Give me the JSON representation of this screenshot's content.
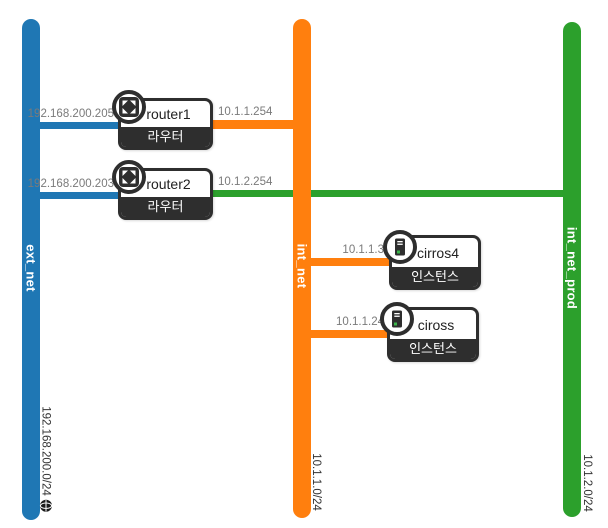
{
  "colors": {
    "ext_net": "#1f77b4",
    "int_net": "#ff7f0e",
    "int_net_prod": "#2ca02c",
    "node_frame": "#2e2e2e",
    "instance_led": "#3ab54a",
    "ip_label": "#7a7a7a"
  },
  "networks": [
    {
      "name": "ext_net",
      "subnet": "192.168.200.0/24",
      "external": true
    },
    {
      "name": "int_net",
      "subnet": "10.1.1.0/24",
      "external": false
    },
    {
      "name": "int_net_prod",
      "subnet": "10.1.2.0/24",
      "external": false
    }
  ],
  "routers": [
    {
      "name": "router1",
      "type_label": "라우터",
      "external_ip": "192.168.200.205",
      "internal_ip": "10.1.1.254"
    },
    {
      "name": "router2",
      "type_label": "라우터",
      "external_ip": "192.168.200.203",
      "internal_ip": "10.1.2.254"
    }
  ],
  "instances": [
    {
      "name": "cirros4",
      "type_label": "인스턴스",
      "ip": "10.1.1.3"
    },
    {
      "name": "ciross",
      "type_label": "인스턴스",
      "ip": "10.1.1.24"
    }
  ]
}
